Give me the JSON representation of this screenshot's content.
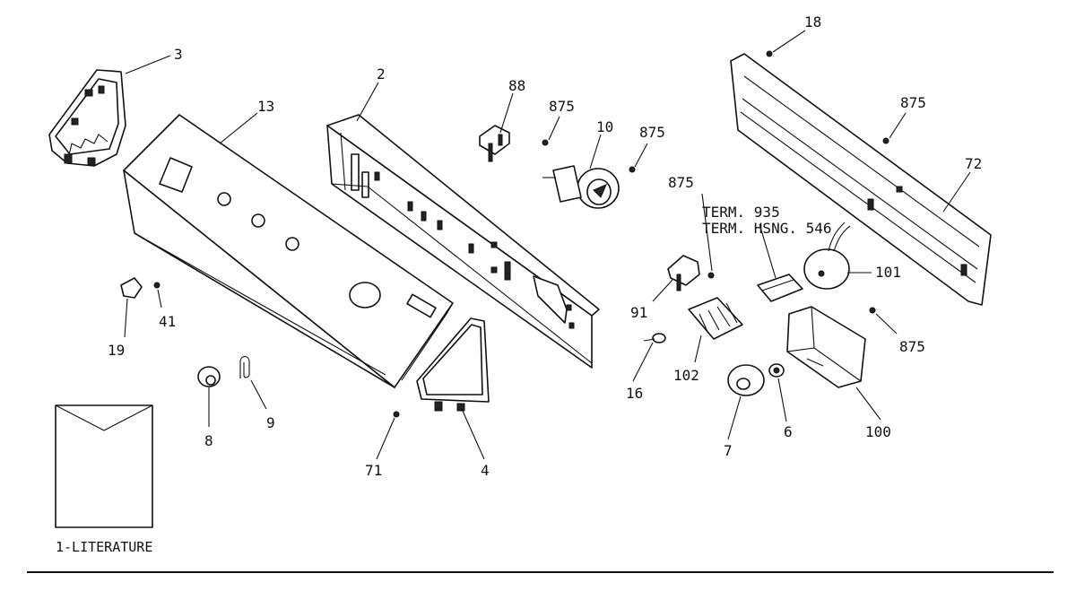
{
  "callouts": [
    {
      "id": "3",
      "text": "3"
    },
    {
      "id": "2",
      "text": "2"
    },
    {
      "id": "13",
      "text": "13"
    },
    {
      "id": "88",
      "text": "88"
    },
    {
      "id": "875a",
      "text": "875"
    },
    {
      "id": "10",
      "text": "10"
    },
    {
      "id": "875b",
      "text": "875"
    },
    {
      "id": "18",
      "text": "18"
    },
    {
      "id": "875c",
      "text": "875"
    },
    {
      "id": "72",
      "text": "72"
    },
    {
      "id": "875d",
      "text": "875"
    },
    {
      "id": "term935",
      "text": "TERM. 935"
    },
    {
      "id": "termhsng",
      "text": "TERM. HSNG. 546"
    },
    {
      "id": "101",
      "text": "101"
    },
    {
      "id": "91",
      "text": "91"
    },
    {
      "id": "875e",
      "text": "875"
    },
    {
      "id": "19",
      "text": "19"
    },
    {
      "id": "41",
      "text": "41"
    },
    {
      "id": "8",
      "text": "8"
    },
    {
      "id": "9",
      "text": "9"
    },
    {
      "id": "71",
      "text": "71"
    },
    {
      "id": "4",
      "text": "4"
    },
    {
      "id": "16",
      "text": "16"
    },
    {
      "id": "102",
      "text": "102"
    },
    {
      "id": "7",
      "text": "7"
    },
    {
      "id": "6",
      "text": "6"
    },
    {
      "id": "100",
      "text": "100"
    }
  ],
  "literature": {
    "label": "1-LITERATURE"
  }
}
